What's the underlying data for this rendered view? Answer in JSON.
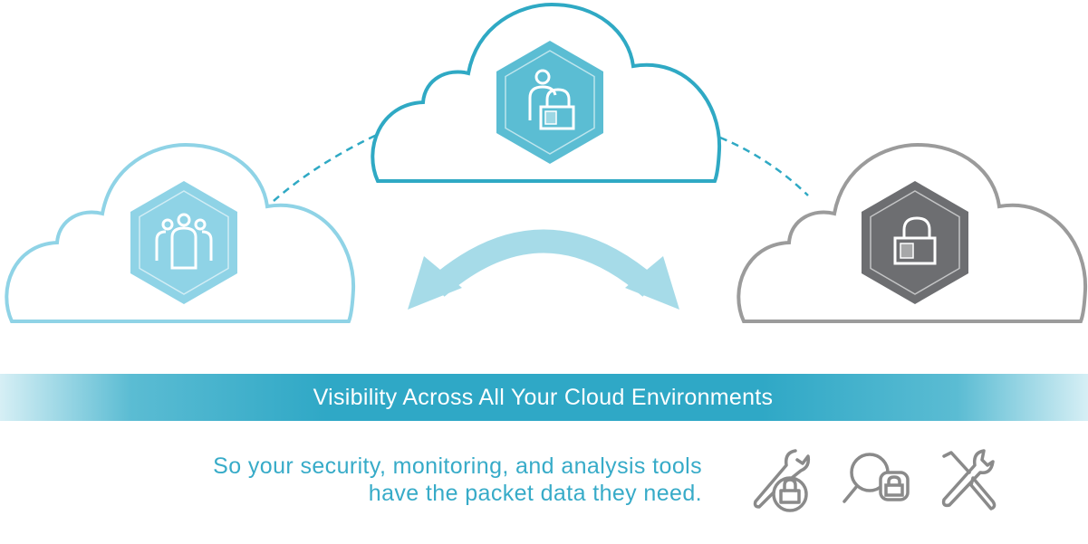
{
  "banner": {
    "title": "Visibility Across All Your Cloud Environments"
  },
  "subtitle": {
    "line1": "So your security, monitoring, and analysis tools",
    "line2": "have the packet data they need."
  },
  "clouds": [
    {
      "name": "users-cloud",
      "icon": "users-icon",
      "color": "#8fd3e6"
    },
    {
      "name": "secure-user-cloud",
      "icon": "user-lock-icon",
      "color": "#2fa9c4"
    },
    {
      "name": "locked-cloud",
      "icon": "lock-icon",
      "color": "#9b9b9b"
    }
  ],
  "tools": [
    {
      "icon": "wrench-lock-icon"
    },
    {
      "icon": "magnifier-lock-icon"
    },
    {
      "icon": "wrench-screwdriver-icon"
    }
  ],
  "colors": {
    "accent": "#2fa8c6",
    "light": "#a6dbe8",
    "gray": "#6d6e71"
  }
}
